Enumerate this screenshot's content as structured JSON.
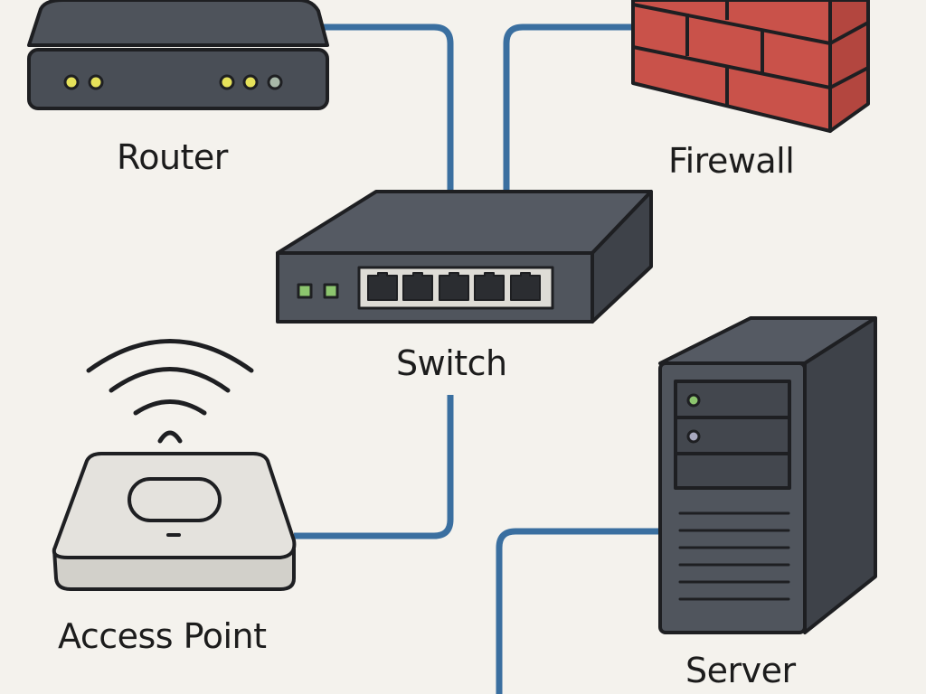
{
  "diagram": {
    "type": "network-topology",
    "colors": {
      "background": "#f4f2ed",
      "cable": "#3a6fa0",
      "device_dark": "#4a4f57",
      "firewall_brick": "#c9524a",
      "access_point": "#e4e2dd",
      "led_yellow": "#e6e25a",
      "led_green": "#8cc56e",
      "led_gray": "#a8b8a8"
    },
    "nodes": [
      {
        "id": "router",
        "label": "Router",
        "icon": "router-icon"
      },
      {
        "id": "firewall",
        "label": "Firewall",
        "icon": "brick-wall-icon"
      },
      {
        "id": "switch",
        "label": "Switch",
        "icon": "network-switch-icon",
        "ports": 5
      },
      {
        "id": "access_point",
        "label": "Access Point",
        "icon": "wifi-access-point-icon"
      },
      {
        "id": "server",
        "label": "Server",
        "icon": "server-tower-icon"
      }
    ],
    "edges": [
      {
        "from": "router",
        "to": "switch"
      },
      {
        "from": "firewall",
        "to": "switch"
      },
      {
        "from": "switch",
        "to": "access_point"
      },
      {
        "from": "server",
        "to": "offscreen"
      }
    ]
  }
}
